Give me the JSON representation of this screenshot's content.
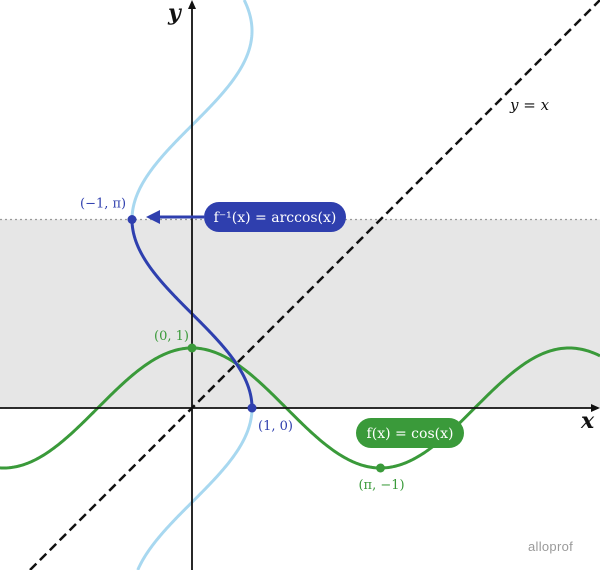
{
  "chart_data": {
    "type": "line",
    "title": "",
    "xlabel": "x",
    "ylabel": "y",
    "xlim": [
      -3.2,
      6.8
    ],
    "ylim": [
      -2.7,
      6.8
    ],
    "grid": false,
    "shaded_band": {
      "y_min": 0,
      "y_max": 3.14159,
      "color": "#e6e6e6"
    },
    "series": [
      {
        "name": "f(x) = cos(x)",
        "function": "cos",
        "x_range": [
          -3.2,
          6.8
        ],
        "color": "#3a9a3a",
        "label": "f(x) = cos(x)"
      },
      {
        "name": "f⁻¹(x) = arccos(x)",
        "function": "arccos",
        "x_range": [
          -1,
          1
        ],
        "color": "#2f3fae",
        "label": "f⁻¹(x) = arccos(x)"
      },
      {
        "name": "cos reflection",
        "function": "cos_reflection",
        "color": "#a8d8f0"
      },
      {
        "name": "y = x",
        "function": "identity",
        "color": "#111111",
        "dashed": true,
        "label": "y = x"
      }
    ],
    "points": [
      {
        "x": 0,
        "y": 1,
        "label": "(0, 1)",
        "color": "#3a9a3a"
      },
      {
        "x": 3.14159,
        "y": -1,
        "label": "(π, −1)",
        "color": "#3a9a3a"
      },
      {
        "x": -1,
        "y": 3.14159,
        "label": "(−1, π)",
        "color": "#2f3fae"
      },
      {
        "x": 1,
        "y": 0,
        "label": "(1, 0)",
        "color": "#2f3fae"
      }
    ]
  },
  "labels": {
    "x_axis": "x",
    "y_axis": "y",
    "identity": "y = x",
    "arccos_badge": "f⁻¹(x) = arccos(x)",
    "cos_badge": "f(x) = cos(x)",
    "pt_0_1": "(0, 1)",
    "pt_pi_neg1": "(π, −1)",
    "pt_neg1_pi": "(−1, π)",
    "pt_1_0": "(1, 0)",
    "watermark": "alloprof"
  }
}
